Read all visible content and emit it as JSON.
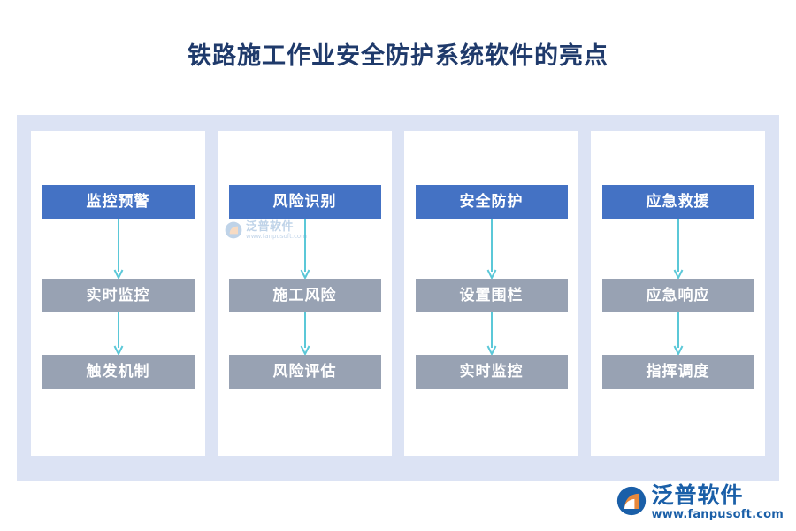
{
  "page": {
    "title": "铁路施工作业安全防护系统软件的亮点",
    "background_color": "#ffffff"
  },
  "theme": {
    "title_color": "#1f3a6b",
    "panel_color": "#dce3f4",
    "card_color": "#ffffff",
    "header_box_color": "#4472c4",
    "step_box_color": "#98a2b3",
    "arrow_color": "#5bc8d8",
    "brand_color": "#1a5fa8"
  },
  "diagram": {
    "columns": [
      {
        "header": "监控预警",
        "steps": [
          "实时监控",
          "触发机制"
        ]
      },
      {
        "header": "风险识别",
        "steps": [
          "施工风险",
          "风险评估"
        ]
      },
      {
        "header": "安全防护",
        "steps": [
          "设置围栏",
          "实时监控"
        ]
      },
      {
        "header": "应急救援",
        "steps": [
          "应急响应",
          "指挥调度"
        ]
      }
    ]
  },
  "watermark": {
    "name": "泛普软件",
    "url": "www.fanpusoft.com"
  },
  "brand": {
    "name": "泛普软件",
    "url": "www.fanpusoft.com"
  }
}
